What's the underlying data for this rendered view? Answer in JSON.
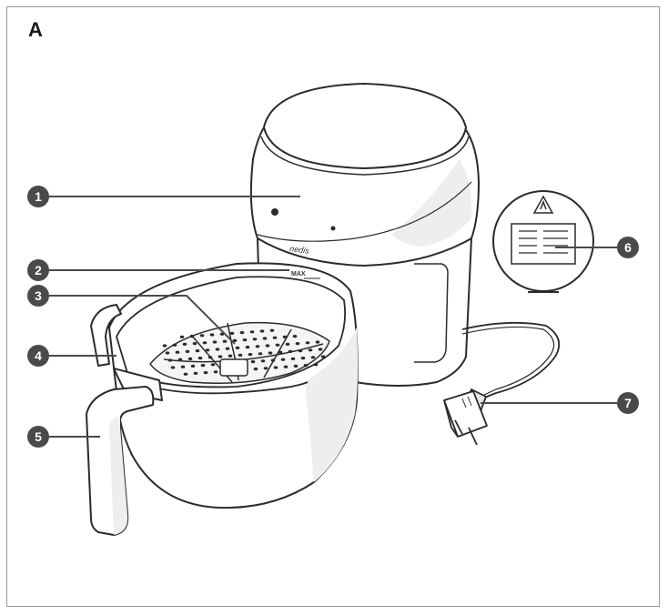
{
  "figure_label": "A",
  "callouts": [
    "1",
    "2",
    "3",
    "4",
    "5",
    "6",
    "7"
  ],
  "max_marking": "MAX",
  "brand_mark": "nedis",
  "colors": {
    "line": "#2b2b2b",
    "callout_fill": "#4a4a4a",
    "body_fill": "#ffffff",
    "shade": "#eeeeee",
    "frame": "#9a9a9a"
  }
}
